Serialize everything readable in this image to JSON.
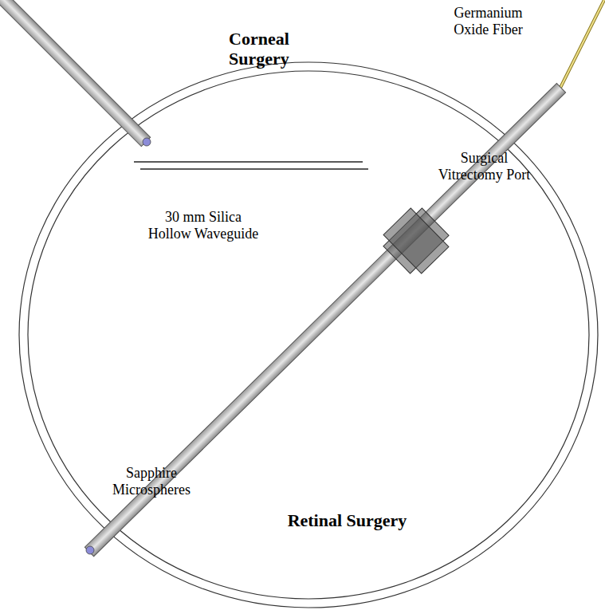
{
  "diagram": {
    "labels": [
      "Corneal Surgery",
      "Germanium Oxide Fiber",
      "Surgical Vitrectomy Port",
      "30 mm Silica Hollow Waveguide",
      "Sapphire Microspheres",
      "Retinal Surgery"
    ]
  }
}
